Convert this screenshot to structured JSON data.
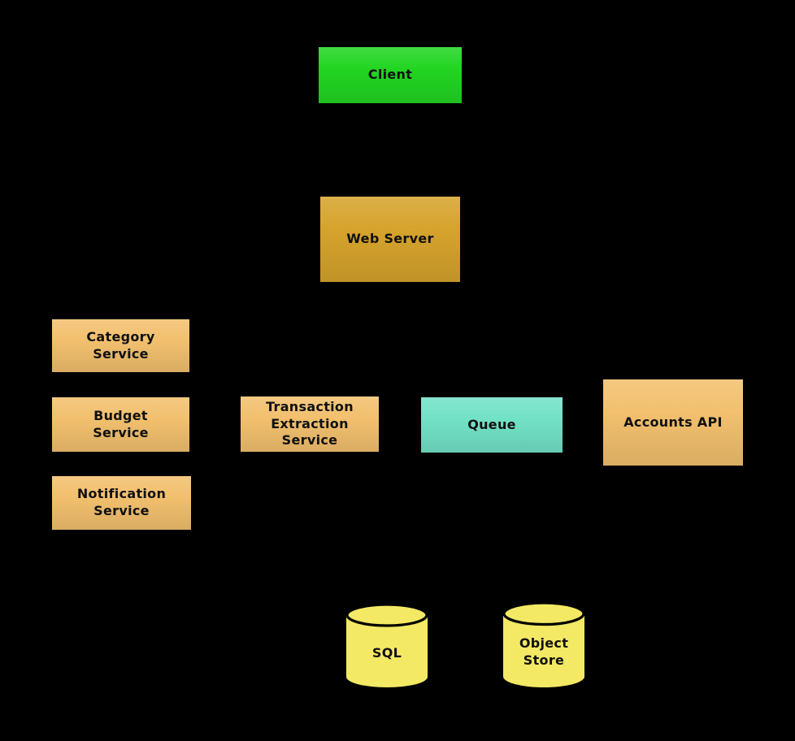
{
  "canvas": {
    "background": "#000000",
    "text_color": "#101010"
  },
  "nodes": {
    "client": {
      "label": "Client",
      "shape": "rectangle",
      "color": "#22d522"
    },
    "web_server": {
      "label": "Web Server",
      "shape": "rectangle",
      "color": "#d6a32c"
    },
    "category_service": {
      "label": "Category\nService",
      "shape": "rectangle",
      "color": "#f2c06e"
    },
    "budget_service": {
      "label": "Budget\nService",
      "shape": "rectangle",
      "color": "#f2c06e"
    },
    "notification_service": {
      "label": "Notification\nService",
      "shape": "rectangle",
      "color": "#f2c06e"
    },
    "transaction_extraction_service": {
      "label": "Transaction\nExtraction\nService",
      "shape": "rectangle",
      "color": "#f2c06e"
    },
    "queue": {
      "label": "Queue",
      "shape": "rectangle",
      "color": "#72e2c7"
    },
    "accounts_api": {
      "label": "Accounts API",
      "shape": "rectangle",
      "color": "#f2c06e"
    },
    "sql": {
      "label": "SQL",
      "shape": "cylinder",
      "color": "#f3e964"
    },
    "object_store": {
      "label": "Object\nStore",
      "shape": "cylinder",
      "color": "#f3e964"
    }
  }
}
